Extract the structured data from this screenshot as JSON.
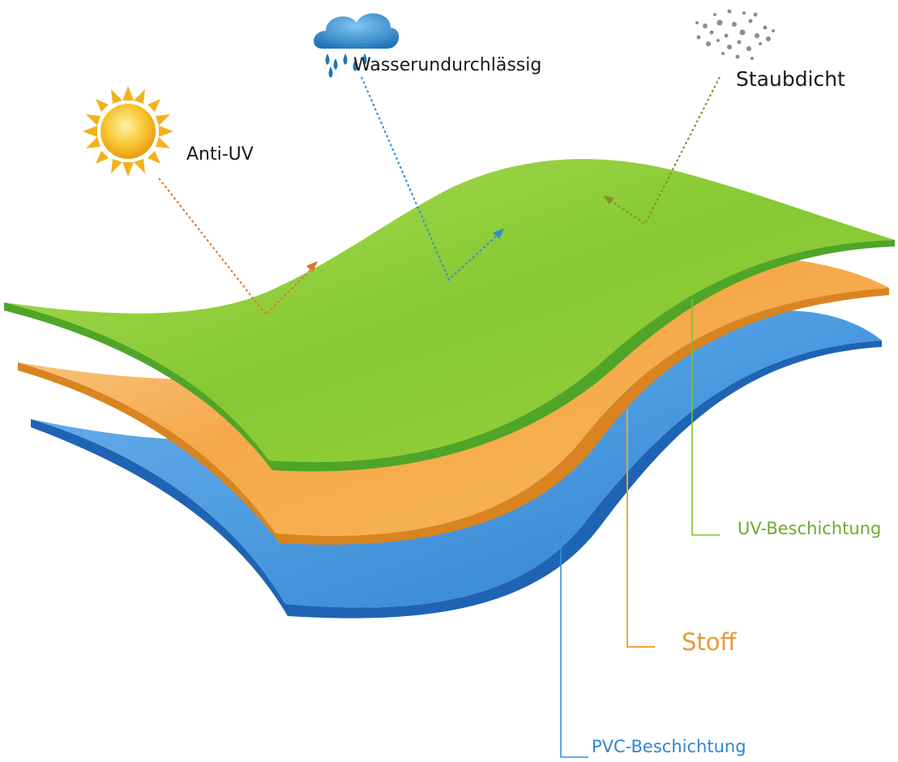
{
  "features": {
    "anti_uv": "Anti-UV",
    "waterproof": "Wasserundurchlässig",
    "dustproof": "Staubdicht"
  },
  "layers": {
    "uv_coating": "UV-Beschichtung",
    "fabric": "Stoff",
    "pvc_coating": "PVC-Beschichtung"
  },
  "icons": {
    "sun": "sun-icon",
    "rain_cloud": "rain-cloud-icon",
    "dust": "dust-icon"
  },
  "colors": {
    "uv_layer": "#7dc12a",
    "fabric_layer": "#f2a23a",
    "pvc_layer": "#3a8fd8",
    "uv_label": "#6cab2c",
    "fabric_label": "#e89a35",
    "pvc_label": "#2f86cf",
    "anti_uv_arrow": "#d9782c",
    "water_arrow": "#2e8fcf",
    "dust_arrow": "#8a8a2a"
  }
}
